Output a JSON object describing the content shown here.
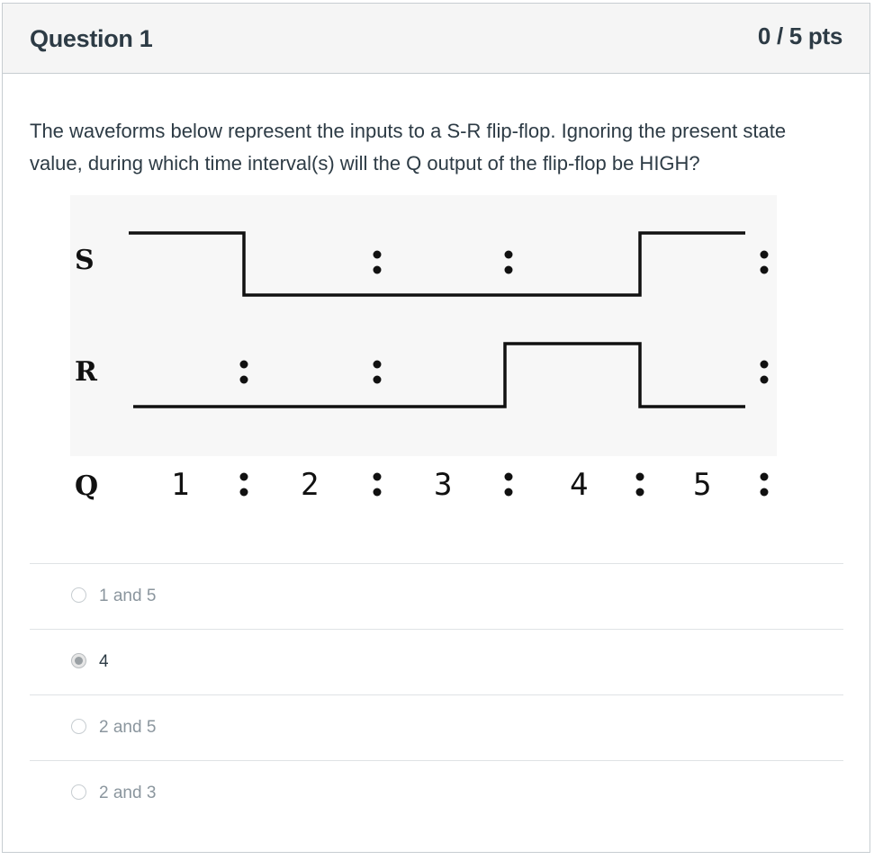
{
  "question": {
    "title": "Question 1",
    "points": "0 / 5 pts",
    "text": "The waveforms below represent the inputs to a S-R flip-flop. Ignoring the present state value, during which time interval(s) will the Q output of the flip-flop be HIGH?"
  },
  "diagram": {
    "signals": [
      "S",
      "R",
      "Q"
    ],
    "intervals": [
      "1",
      "2",
      "3",
      "4",
      "5"
    ],
    "separator": ":",
    "S_levels": [
      1,
      0,
      0,
      0,
      1
    ],
    "R_levels": [
      0,
      0,
      0,
      1,
      0
    ]
  },
  "answers": [
    {
      "label": "1 and 5",
      "selected": false
    },
    {
      "label": "4",
      "selected": true
    },
    {
      "label": "2 and 5",
      "selected": false
    },
    {
      "label": "2 and 3",
      "selected": false
    }
  ]
}
